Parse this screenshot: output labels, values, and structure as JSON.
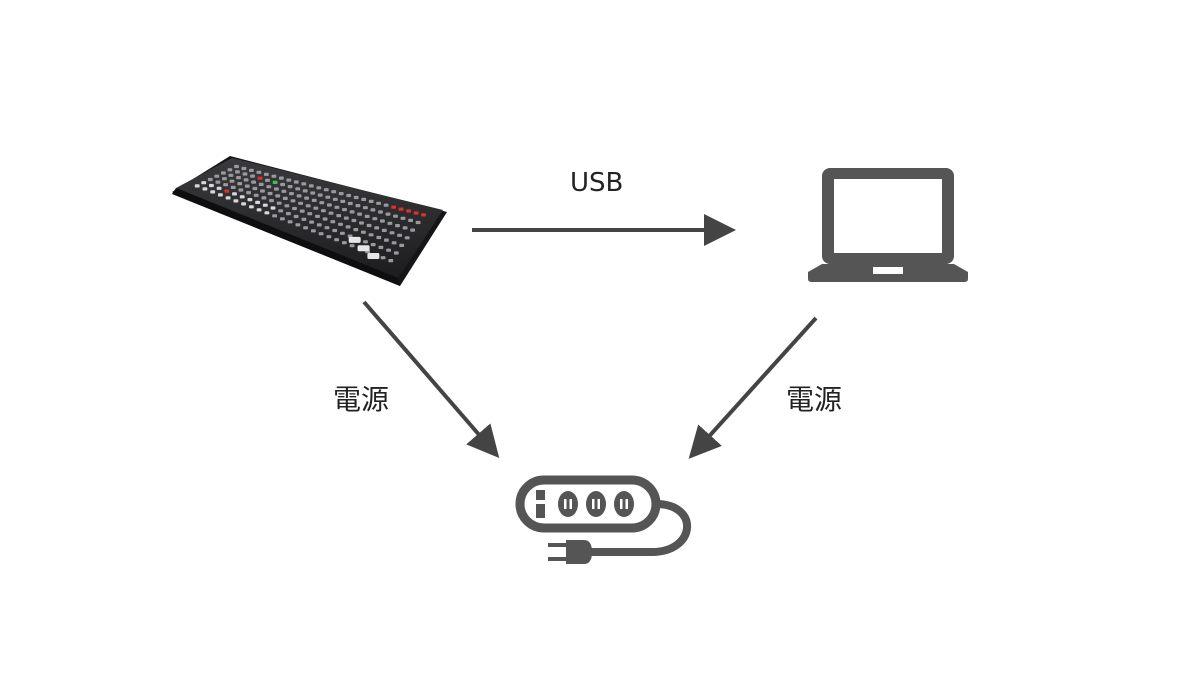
{
  "labels": {
    "usb": "USB",
    "power_left": "電源",
    "power_right": "電源"
  },
  "nodes": {
    "switcher": {
      "icon": "video-switcher-icon"
    },
    "laptop": {
      "icon": "laptop-icon"
    },
    "power_strip": {
      "icon": "power-strip-icon"
    }
  },
  "colors": {
    "arrow": "#444444",
    "icon": "#555555",
    "device_body": "#2a2a2c",
    "accent_red": "#e0302a",
    "accent_green": "#3cc34a"
  }
}
